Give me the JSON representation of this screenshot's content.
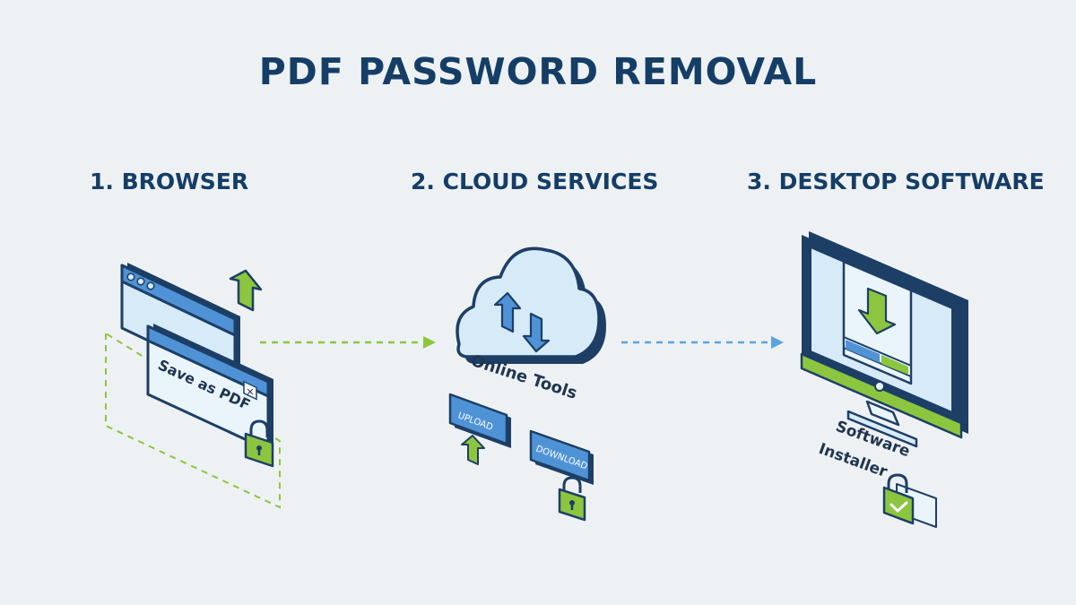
{
  "title": "PDF PASSWORD REMOVAL",
  "steps": [
    {
      "label": "1. BROWSER",
      "icons": [
        "browser-window-icon",
        "upload-arrow-icon",
        "save-dialog-icon",
        "padlock-icon"
      ]
    },
    {
      "label": "2. CLOUD SERVICES",
      "icons": [
        "cloud-icon",
        "sync-arrows-icon",
        "upload-button-icon",
        "download-button-icon",
        "padlock-icon"
      ]
    },
    {
      "label": "3. DESKTOP SOFTWARE",
      "icons": [
        "monitor-icon",
        "download-arrow-icon",
        "progress-bar-icon",
        "padlock-check-icon"
      ]
    }
  ],
  "browser": {
    "dialog_label": "Save as PDF",
    "close_glyph": "✕"
  },
  "cloud": {
    "caption": "Online Tools",
    "upload_label": "UPLOAD",
    "download_label": "DOWNLOAD"
  },
  "desktop": {
    "caption_line1": "Software",
    "caption_line2": "Installer"
  },
  "colors": {
    "background": "#eef1f4",
    "title": "#153e66",
    "outline": "#1d3f66",
    "light_blue": "#d4e8f7",
    "mid_blue": "#4f93d6",
    "green": "#8cc63f",
    "dash_green": "#8cc63f",
    "dash_blue": "#5aa3e0"
  }
}
